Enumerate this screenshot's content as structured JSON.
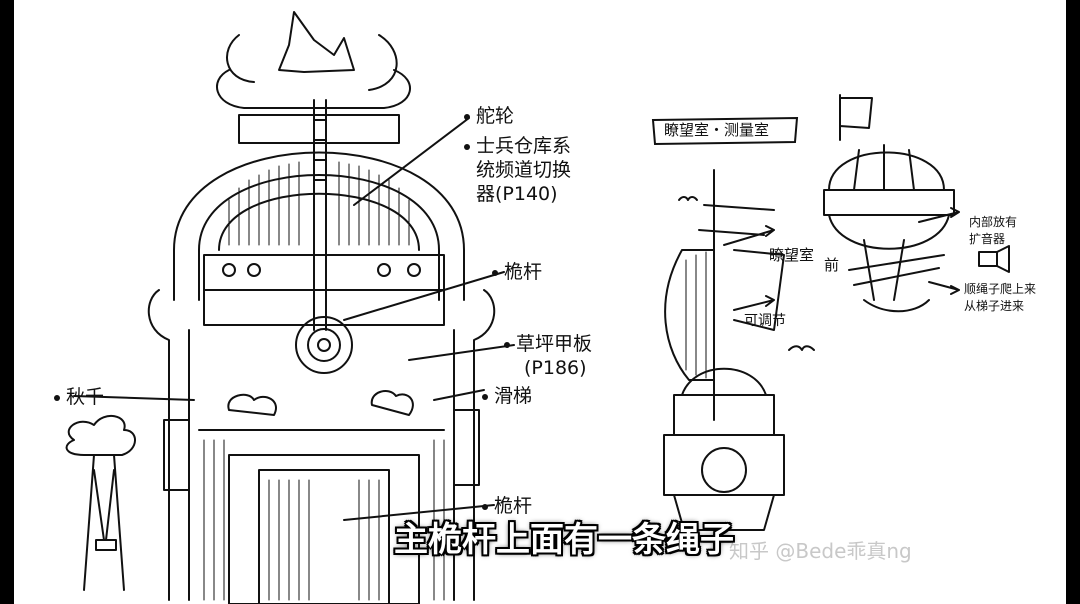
{
  "labels": {
    "rudder": "舵轮",
    "soldier_line1": "士兵仓库系",
    "soldier_line2": "统频道切换",
    "soldier_line3": "器(P140)",
    "mast_upper": "桅杆",
    "lawn_line1": "草坪甲板",
    "lawn_line2": "(P186)",
    "slide": "滑梯",
    "swing": "秋千",
    "mast_lower": "桅杆"
  },
  "right_labels": {
    "banner": "瞭望室・测量室",
    "lookout": "瞭望室",
    "front": "前",
    "adjustable": "可调节",
    "inner_line1": "内部放有",
    "inner_line2": "扩音器",
    "rope_line1": "顺绳子爬上来",
    "rope_line2": "从梯子进来"
  },
  "subtitle": "主桅杆上面有一条绳子",
  "watermark": "知乎 @Bede乖真ng",
  "colors": {
    "ink": "#111111",
    "paper": "#ffffff",
    "frame": "#000000",
    "subtitle": "#ffffff"
  }
}
